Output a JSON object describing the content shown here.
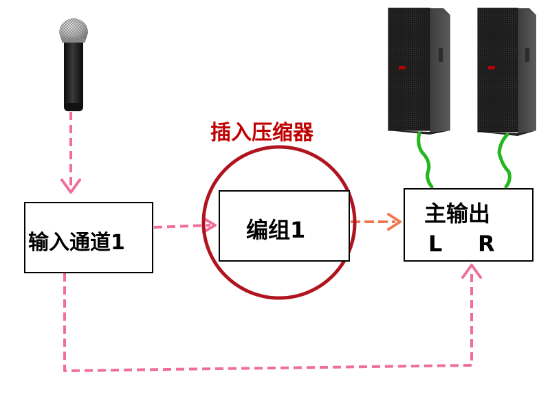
{
  "diagram": {
    "insert_label": "插入压缩器",
    "nodes": {
      "input_channel": {
        "label": "输入通道1"
      },
      "group": {
        "label": "编组1"
      },
      "main_output": {
        "label": "主输出",
        "left": "L",
        "right": "R"
      }
    },
    "colors": {
      "dashed_link": "#f06e9c",
      "arrow_to_output": "#f07850",
      "highlight_circle": "#b0141e",
      "speaker_cable": "#22b81e",
      "insert_label_text": "#c00000"
    },
    "icons": {
      "microphone": "microphone-icon",
      "speaker_left": "speaker-icon",
      "speaker_right": "speaker-icon"
    }
  }
}
